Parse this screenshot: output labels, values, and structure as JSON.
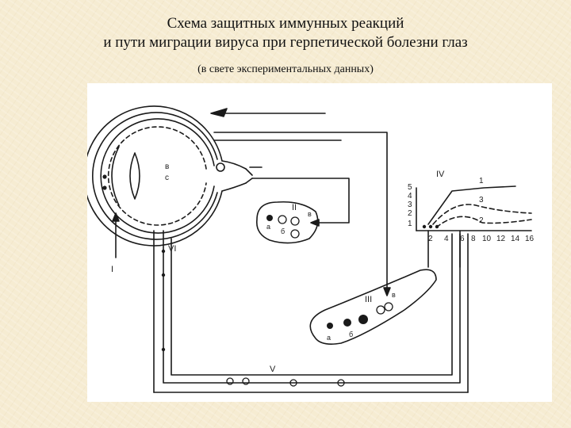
{
  "slide": {
    "title_line1": "Схема защитных иммунных реакций",
    "title_line2": "и пути миграции вируса при герпетической болезни глаз",
    "subtitle": "(в свете экспериментальных данных)"
  },
  "diagram": {
    "roman_labels": {
      "I": "I",
      "II": "II",
      "III": "III",
      "IV": "IV",
      "V": "V",
      "VI": "VI"
    },
    "eye_labels": [
      "в",
      "б",
      "а",
      "в",
      "с"
    ],
    "graph": {
      "y_ticks": [
        "5",
        "4",
        "3",
        "2",
        "1"
      ],
      "x_ticks": [
        "2",
        "4",
        "6",
        "8",
        "10",
        "12",
        "14",
        "16"
      ],
      "curve_labels": [
        "1",
        "2",
        "3"
      ]
    },
    "cell_labels": [
      "а",
      "б",
      "в",
      "а",
      "б",
      "в"
    ]
  }
}
